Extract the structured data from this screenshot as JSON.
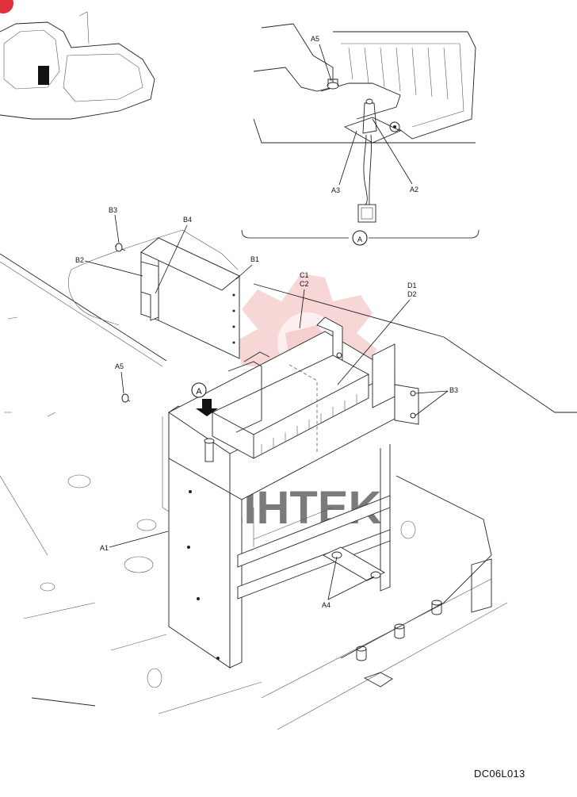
{
  "diagram": {
    "figure_code": "DC06L013",
    "detail_marker": "A",
    "watermark_text": "LIHTEK",
    "watermark_color": "#e8a0a0",
    "labels": {
      "a1": "A1",
      "a2": "A2",
      "a3": "A3",
      "a4": "A4",
      "a5_detail": "A5",
      "a5_main": "A5",
      "b1": "B1",
      "b2": "B2",
      "b3_top": "B3",
      "b3_right": "B3",
      "b4": "B4",
      "c1": "C1",
      "c2": "C2",
      "d1": "D1",
      "d2": "D2"
    }
  }
}
